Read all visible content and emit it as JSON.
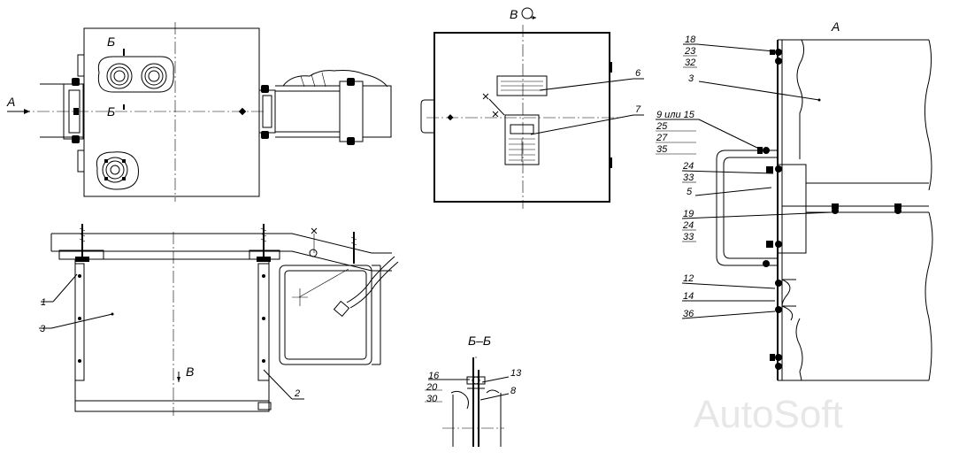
{
  "views": {
    "arrow_a": "A",
    "section_b_top": "Б",
    "section_b_bottom": "Б",
    "view_v_title": "В",
    "view_v_arrow": "В",
    "view_a_title": "А",
    "section_bb_title": "Б–Б"
  },
  "callouts_view_v": [
    "6",
    "7"
  ],
  "callouts_front": [
    "1",
    "3",
    "2"
  ],
  "callouts_section": [
    "16",
    "20",
    "30",
    "13",
    "8"
  ],
  "callouts_view_a": {
    "c18": "18",
    "c23": "23",
    "c32": "32",
    "c3": "3",
    "c9": "9 или 15",
    "c25": "25",
    "c27": "27",
    "c35": "35",
    "c24a": "24",
    "c33a": "33",
    "c5": "5",
    "c19": "19",
    "c24b": "24",
    "c33b": "33",
    "c12": "12",
    "c14": "14",
    "c36": "36"
  },
  "watermark": "AutoSoft"
}
